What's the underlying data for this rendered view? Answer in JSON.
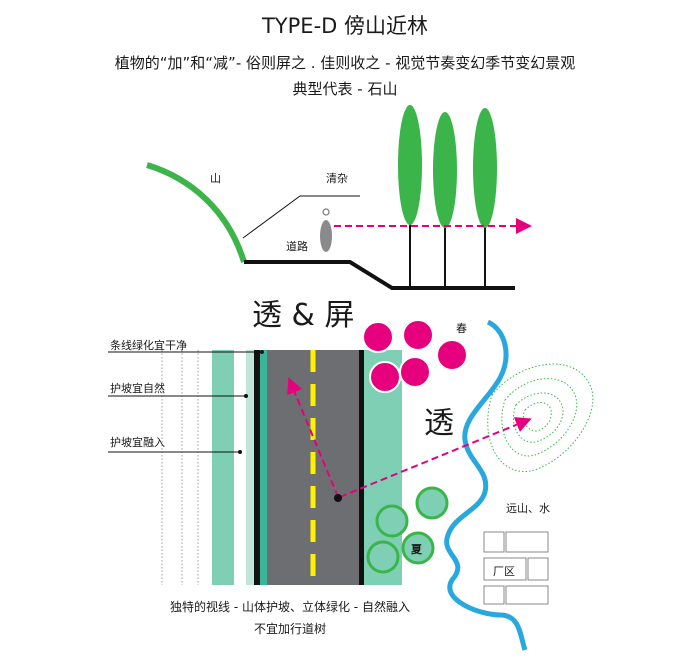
{
  "header": {
    "title": "TYPE-D 傍山近林",
    "subtitle": "植物的“加”和“减”- 俗则屏之 . 佳则收之 - 视觉节奏变幻季节变幻景观",
    "subtitle2": "典型代表 - 石山"
  },
  "section": {
    "label_mountain": "山",
    "label_clear": "清杂",
    "label_road": "道路"
  },
  "plan": {
    "heading": "透 & 屏",
    "label_see_through": "透",
    "label_spring": "春",
    "label_summer": "夏",
    "label_far": "远山、水",
    "label_factory": "厂区",
    "annot_1": "条线绿化宜干净",
    "annot_2": "护坡宜自然",
    "annot_3": "护坡宜融入",
    "caption_1": "独特的视线 - 山体护坡、立体绿化 - 自然融入",
    "caption_2": "不宜加行道树"
  },
  "colors": {
    "green_tree": "#3bb54a",
    "magenta": "#e6007e",
    "road_gray": "#6d6e71",
    "teal_strip": "#7fcfb4",
    "river_blue": "#29a8e0",
    "yellow_line": "#fff200"
  }
}
